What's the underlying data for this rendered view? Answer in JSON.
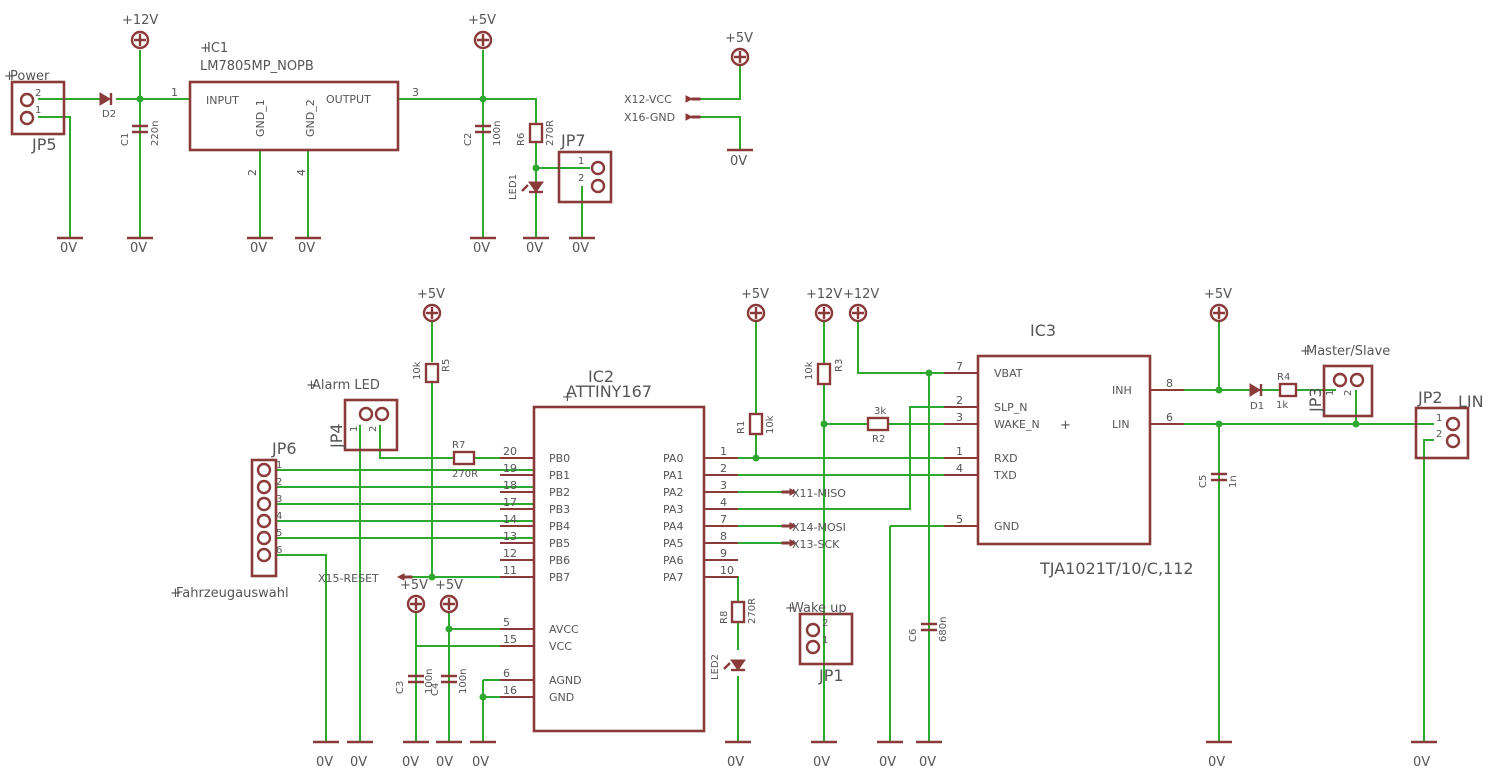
{
  "power_labels": {
    "p12v": "+12V",
    "p5v": "+5V",
    "gnd": "0V"
  },
  "parts": {
    "ic1": {
      "name": "IC1",
      "value": "LM7805MP_NOPB",
      "pin_input": "INPUT",
      "pin_output": "OUTPUT",
      "pin_gnd1": "GND_1",
      "pin_gnd2": "GND_2",
      "n1": "1",
      "n2": "2",
      "n3": "3",
      "n4": "4"
    },
    "ic2": {
      "name": "IC2",
      "value": "ATTINY167",
      "left_pins": [
        {
          "num": "20",
          "name": "PB0"
        },
        {
          "num": "19",
          "name": "PB1"
        },
        {
          "num": "18",
          "name": "PB2"
        },
        {
          "num": "17",
          "name": "PB3"
        },
        {
          "num": "14",
          "name": "PB4"
        },
        {
          "num": "13",
          "name": "PB5"
        },
        {
          "num": "12",
          "name": "PB6"
        },
        {
          "num": "11",
          "name": "PB7"
        },
        {
          "num": "5",
          "name": "AVCC"
        },
        {
          "num": "15",
          "name": "VCC"
        },
        {
          "num": "6",
          "name": "AGND"
        },
        {
          "num": "16",
          "name": "GND"
        }
      ],
      "right_pins": [
        {
          "num": "1",
          "name": "PA0"
        },
        {
          "num": "2",
          "name": "PA1"
        },
        {
          "num": "3",
          "name": "PA2"
        },
        {
          "num": "4",
          "name": "PA3"
        },
        {
          "num": "7",
          "name": "PA4"
        },
        {
          "num": "8",
          "name": "PA5"
        },
        {
          "num": "9",
          "name": "PA6"
        },
        {
          "num": "10",
          "name": "PA7"
        }
      ]
    },
    "ic3": {
      "name": "IC3",
      "value": "TJA1021T/10/C,112",
      "pins": [
        {
          "num": "7",
          "name": "VBAT"
        },
        {
          "num": "2",
          "name": "SLP_N"
        },
        {
          "num": "3",
          "name": "WAKE_N"
        },
        {
          "num": "1",
          "name": "RXD"
        },
        {
          "num": "4",
          "name": "TXD"
        },
        {
          "num": "5",
          "name": "GND"
        }
      ],
      "right_pins": [
        {
          "num": "8",
          "name": "INH"
        },
        {
          "num": "6",
          "name": "LIN"
        }
      ]
    },
    "jp5": {
      "name": "JP5",
      "label": "Power",
      "p1": "1",
      "p2": "2"
    },
    "jp7": {
      "name": "JP7",
      "p1": "1",
      "p2": "2"
    },
    "jp4": {
      "name": "JP4",
      "label": "Alarm LED",
      "p1": "1",
      "p2": "2"
    },
    "jp6": {
      "name": "JP6",
      "label": "Fahrzeugauswahl",
      "pins": [
        "1",
        "2",
        "3",
        "4",
        "5",
        "6"
      ]
    },
    "jp1": {
      "name": "JP1",
      "label": "Wake up",
      "p1": "1",
      "p2": "2"
    },
    "jp3": {
      "name": "JP3",
      "label": "Master/Slave",
      "p1": "1",
      "p2": "2"
    },
    "jp2": {
      "name": "JP2",
      "label": "LIN",
      "p1": "1",
      "p2": "2"
    },
    "d2": {
      "name": "D2"
    },
    "d1": {
      "name": "D1"
    },
    "c1": {
      "name": "C1",
      "value": "220n"
    },
    "c2": {
      "name": "C2",
      "value": "100n"
    },
    "c3": {
      "name": "C3",
      "value": "100n"
    },
    "c4": {
      "name": "C4",
      "value": "100n"
    },
    "c5": {
      "name": "C5",
      "value": "1n"
    },
    "c6": {
      "name": "C6",
      "value": "680n"
    },
    "r1": {
      "name": "R1",
      "value": "10k"
    },
    "r2": {
      "name": "R2",
      "value": "3k"
    },
    "r3": {
      "name": "R3",
      "value": "10k"
    },
    "r4": {
      "name": "R4",
      "value": "1k"
    },
    "r5": {
      "name": "R5",
      "value": "10k"
    },
    "r6": {
      "name": "R6",
      "value": "270R"
    },
    "r7": {
      "name": "R7",
      "value": "270R"
    },
    "r8": {
      "name": "R8",
      "value": "270R"
    },
    "led1": {
      "name": "LED1"
    },
    "led2": {
      "name": "LED2"
    }
  },
  "net_labels": {
    "x12": "X12-VCC",
    "x16": "X16-GND",
    "x11": "X11-MISO",
    "x14": "X14-MOSI",
    "x13": "X13-SCK",
    "x15": "X15-RESET"
  },
  "colors": {
    "part": "#8b3a3a",
    "wire": "#2ea82e",
    "text": "#555555"
  }
}
